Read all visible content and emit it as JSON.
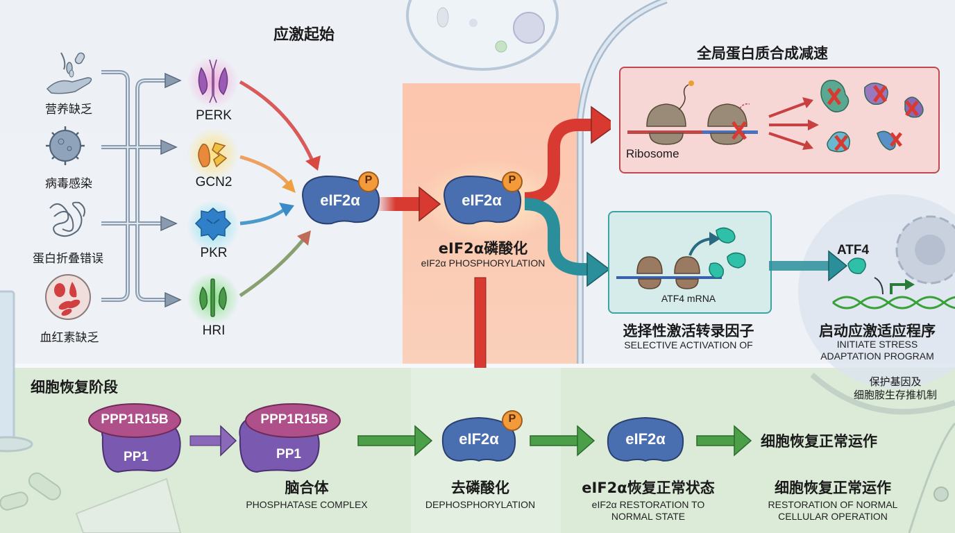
{
  "sections": {
    "stress_initiation": "应激起始",
    "global_slowdown": "全局蛋白质合成减速",
    "recovery_phase": "细胞恢复阶段"
  },
  "stressors": [
    {
      "label": "营养缺乏",
      "icon": "nutrient-hand-icon"
    },
    {
      "label": "病毒感染",
      "icon": "virus-icon"
    },
    {
      "label": "蛋白折叠错误",
      "icon": "misfolded-protein-icon"
    },
    {
      "label": "血红素缺乏",
      "icon": "red-blood-cell-icon"
    }
  ],
  "kinases": [
    {
      "label": "PERK",
      "color": "#9b5bb5"
    },
    {
      "label": "GCN2",
      "color": "#e89a3a"
    },
    {
      "label": "PKR",
      "color": "#2f80c8"
    },
    {
      "label": "HRI",
      "color": "#4a9a4a"
    }
  ],
  "eif2a": {
    "name": "eIF2α",
    "phospho_badge": "P",
    "color": "#4a6fb0"
  },
  "phosphorylation": {
    "zh": "eIF2α磷酸化",
    "en": "eIF2α PHOSPHORYLATION"
  },
  "global_box": {
    "ribosome_label": "Ribosome"
  },
  "selective": {
    "mrna_label": "ATF4 mRNA",
    "zh": "选择性激活转录因子",
    "en": "SELECTIVE ACTIVATION OF"
  },
  "stress_program": {
    "atf4_label": "ATF4",
    "zh": "启动应激适应程序",
    "en_line1": "INITIATE STRESS",
    "en_line2": "ADAPTATION PROGRAM",
    "note_line1": "保护基因及",
    "note_line2": "细胞胺生存推机制"
  },
  "recovery": {
    "ppp1r15b": "PPP1R15B",
    "pp1": "PP1",
    "complex_zh": "脑合体",
    "complex_en": "PHOSPHATASE COMPLEX",
    "dephos_zh": "去磷酸化",
    "dephos_en": "DEPHOSPHORYLATION",
    "restore_zh": "eIF2α恢复正常状态",
    "restore_en_line1": "eIF2α RESTORATION TO",
    "restore_en_line2": "NORMAL STATE",
    "normal_top": "细胞恢复正常运作",
    "normal_zh": "细胞恢复正常运作",
    "normal_en_line1": "RESTORATION OF NORMAL",
    "normal_en_line2": "CELLULAR OPERATION"
  },
  "colors": {
    "red_arrow": "#d83a32",
    "teal_arrow": "#2a8f9a",
    "green_arrow": "#4a9f48",
    "purple_arrow": "#8a6ab8",
    "phos_orange": "#f39a3a"
  }
}
